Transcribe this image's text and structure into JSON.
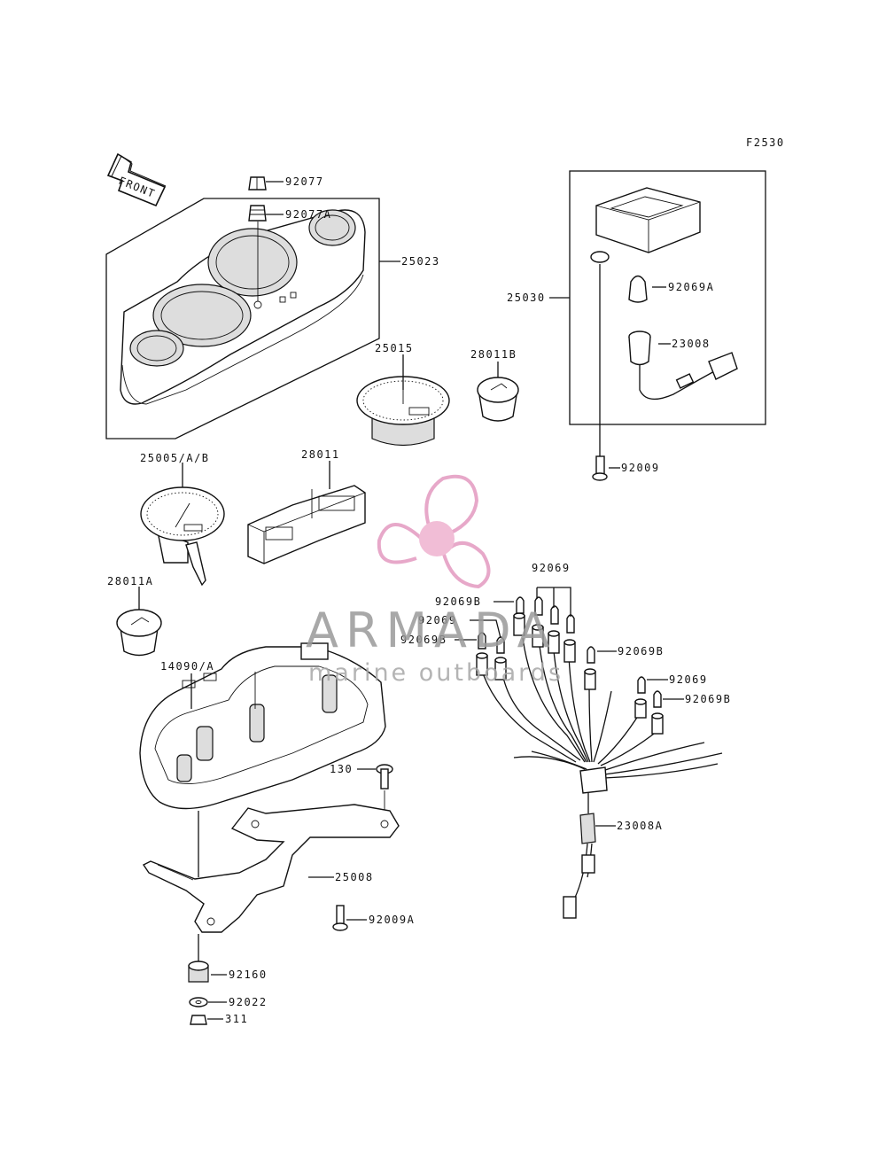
{
  "figure_id": "F2530",
  "front_label": "FRONT",
  "callouts": [
    {
      "text": "25023"
    },
    {
      "text": "92077"
    },
    {
      "text": "92077A"
    },
    {
      "text": "25015"
    },
    {
      "text": "28011B"
    },
    {
      "text": "25030"
    },
    {
      "text": "92069A"
    },
    {
      "text": "23008"
    },
    {
      "text": "92009"
    },
    {
      "text": "25005/A/B"
    },
    {
      "text": "28011"
    },
    {
      "text": "28011A"
    },
    {
      "text": "14090/A"
    },
    {
      "text": "130"
    },
    {
      "text": "25008"
    },
    {
      "text": "92009A"
    },
    {
      "text": "92160"
    },
    {
      "text": "92022"
    },
    {
      "text": "311"
    },
    {
      "text": "23008A"
    },
    {
      "text": "92069"
    },
    {
      "text": "92069B"
    },
    {
      "text": "92069"
    },
    {
      "text": "92069B"
    },
    {
      "text": "92069B"
    },
    {
      "text": "92069"
    },
    {
      "text": "92069B"
    }
  ],
  "watermark": {
    "brand": "ARMADA",
    "tagline": "marine outboards",
    "logo_color": "#e39ac0"
  }
}
